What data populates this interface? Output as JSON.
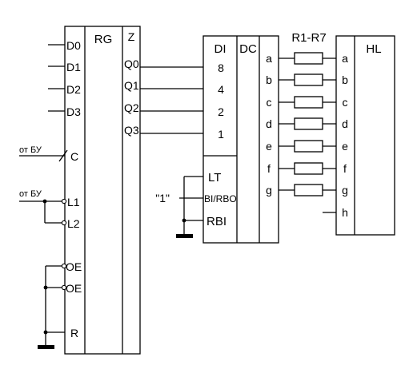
{
  "register": {
    "title": "RG",
    "z_label": "Z",
    "inputs": [
      "D0",
      "D1",
      "D2",
      "D3"
    ],
    "clock": "C",
    "loads": [
      "L1",
      "L2"
    ],
    "enables": [
      "OE",
      "OE"
    ],
    "reset": "R",
    "outputs": [
      "Q0",
      "Q1",
      "Q2",
      "Q3"
    ]
  },
  "source_labels": {
    "clock_from": "от БУ",
    "load_from": "от БУ"
  },
  "decoder": {
    "in_label": "DI",
    "title": "DC",
    "weights": [
      "8",
      "4",
      "2",
      "1"
    ],
    "lt": "LT",
    "bi": "BI/RBO",
    "rbi": "RBI",
    "segments": [
      "a",
      "b",
      "c",
      "d",
      "e",
      "f",
      "g"
    ]
  },
  "constant": "\"1\"",
  "resistors": {
    "label": "R1-R7"
  },
  "display": {
    "title": "HL",
    "pins": [
      "a",
      "b",
      "c",
      "d",
      "e",
      "f",
      "g",
      "h"
    ]
  }
}
